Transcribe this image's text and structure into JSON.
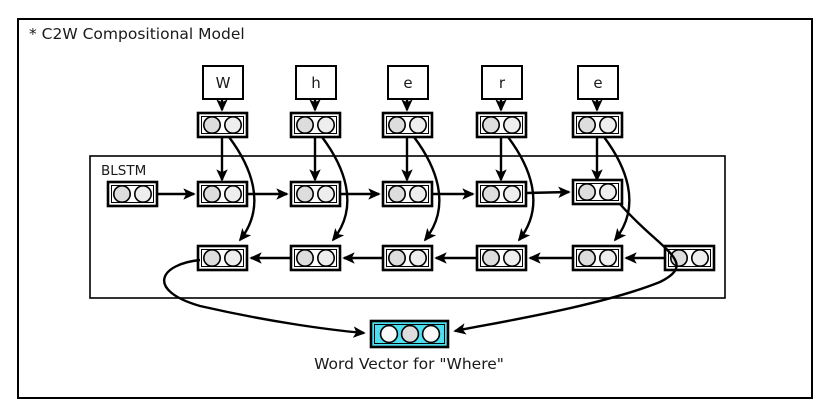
{
  "figure": {
    "title": "* C2W Compositional Model",
    "caption": "Word Vector for \"Where\"",
    "module_label": "BLSTM",
    "colors": {
      "output_vector_fill": "#4ddfef",
      "cell_node_fill": "#dddddd",
      "stroke": "#000000",
      "background": "#ffffff"
    },
    "characters": [
      {
        "label": "W"
      },
      {
        "label": "h"
      },
      {
        "label": "e"
      },
      {
        "label": "r"
      },
      {
        "label": "e"
      }
    ],
    "embedding_row": {
      "name": "character-embeddings",
      "units_per_cell": 2,
      "cells": 5
    },
    "forward_lstm_row": {
      "name": "forward-lstm-states",
      "units_per_cell": 2,
      "cells": 5,
      "has_init_state": true,
      "direction": "left-to-right"
    },
    "backward_lstm_row": {
      "name": "backward-lstm-states",
      "units_per_cell": 2,
      "cells": 5,
      "has_init_state": true,
      "direction": "right-to-left"
    },
    "output_vector": {
      "name": "word-vector",
      "units": 3,
      "highlighted": true
    }
  }
}
